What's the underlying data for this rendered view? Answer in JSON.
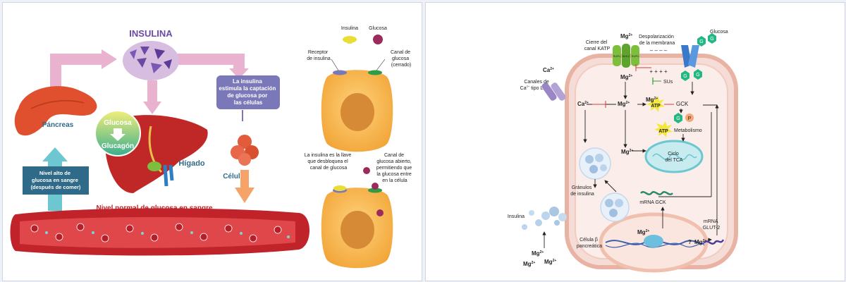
{
  "left_panel": {
    "insulina_title": "INSULINA",
    "pancreas": "Páncreas",
    "glucosa": "Glucosa",
    "glucagon": "Glucagón",
    "higado": "Hígado",
    "celulas": "Células",
    "stimulus_box": [
      "La insulina",
      "estimula la captación",
      "de glucosa por",
      "las células"
    ],
    "high_glucose_box": [
      "Nivel alto de",
      "glucosa en sangre",
      "(después de comer)"
    ],
    "normal_level": "Nivel normal de glucosa en sangre",
    "legend_insulina": "Insulina",
    "legend_glucosa": "Glucosa",
    "receptor_label": [
      "Receptor",
      "de insulina"
    ],
    "canal_cerrado": [
      "Canal de",
      "glucosa",
      "(cerrado)"
    ],
    "key_label": [
      "La insulina es la llave",
      "que desbloquea el",
      "canal de glucosa"
    ],
    "canal_abierto": [
      "Canal de",
      "glucosa abierto,",
      "permitiendo que",
      "la glucosa entre",
      "en la célula"
    ]
  },
  "right_panel": {
    "mg": "Mg",
    "sup2": "2+",
    "ca": "Ca",
    "g": "G",
    "p": "P",
    "atp": "ATP",
    "sur1": "SUR1",
    "kir62": "Kir6.2",
    "glucosa": "Glucosa",
    "katp": [
      "Cierre del",
      "canal KATP"
    ],
    "depol": [
      "Despolarización",
      "de la membrana"
    ],
    "minus_signs": "–  –  –  –",
    "plus_signs": "+  +  +  +",
    "ca_channels": [
      "Canales de",
      "Ca",
      "tipo L"
    ],
    "sus": "SUs",
    "gck": "GCK",
    "metabolismo": "Metabolismo",
    "ciclo": [
      "Ciclo",
      "del TCA"
    ],
    "granulos": [
      "Gránulos",
      "de insulina"
    ],
    "mrna_gck": "mRNA GCK",
    "mrna_glut2": [
      "mRNA",
      "GLUT-2"
    ],
    "insulina": "Insulina",
    "celula": [
      "Célula β",
      "pancreática"
    ],
    "question": "?"
  },
  "colors": {
    "pancreas": "#e0502f",
    "blood_vessel": "#c0242a",
    "liver": "#c02828",
    "cell_body": "#f7b648",
    "arrow_pink": "#e9b3cf",
    "teal": "#6cc7d0",
    "orange_arrow": "#f6a36a",
    "stimulus_box": "#7b78b9",
    "high_box": "#2f6a88",
    "beta_cell": "#f6dcd6",
    "glucose_hex": "#23b784"
  }
}
